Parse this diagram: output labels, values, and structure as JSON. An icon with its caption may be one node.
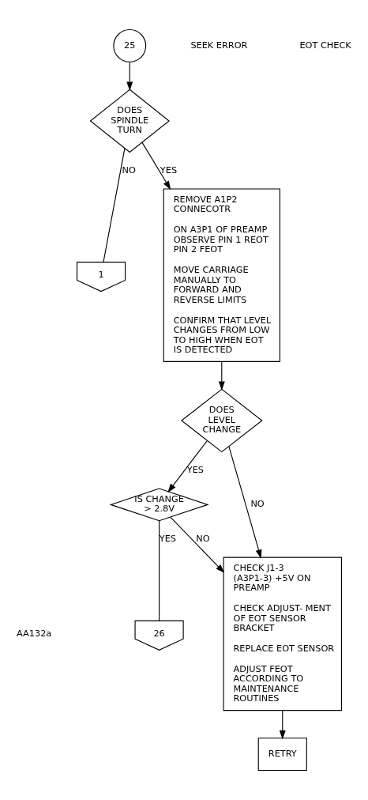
{
  "diagram": {
    "nodes": [
      {
        "text": [
          "25"
        ]
      },
      {
        "text": [
          "DOES SPINDLE TURN"
        ]
      },
      {
        "text": [
          "1"
        ]
      },
      {
        "text": [
          "REMOVE A1P2 CONNECOTR",
          "ON A3P1 OF PREAMP OBSERVE PIN 1 REOT PIN 2 FEOT",
          "MOVE CARRIAGE MANUALLY TO FORWARD AND REVERSE LIMITS",
          "CONFIRM THAT LEVEL CHANGES FROM LOW TO HIGH WHEN EOT IS DETECTED"
        ]
      },
      {
        "text": [
          "DOES LEVEL CHANGE"
        ]
      },
      {
        "text": [
          "IS CHANGE > 2.8V"
        ]
      },
      {
        "text": [
          "26"
        ]
      },
      {
        "text": [
          "CHECK J1-3 (A3P1-3) +5V ON PREAMP",
          "CHECK ADJUST- MENT OF EOT SENSOR BRACKET",
          "REPLACE EOT SENSOR",
          "ADJUST FEOT ACCORDING TO MAINTENANCE ROUTINES"
        ]
      },
      {
        "text": [
          "RETRY"
        ]
      }
    ],
    "edges": [
      {
        "from": 0,
        "to": 1,
        "arrow": "to"
      },
      {
        "from": 1,
        "to": 2,
        "arrow": "none",
        "label": "NO"
      },
      {
        "from": 1,
        "to": 3,
        "arrow": "to",
        "label": "YES"
      },
      {
        "from": 3,
        "to": 4,
        "arrow": "to"
      },
      {
        "from": 4,
        "to": 7,
        "arrow": "to",
        "label": "NO"
      },
      {
        "from": 4,
        "to": 5,
        "arrow": "to",
        "label": "YES"
      },
      {
        "from": 5,
        "to": 7,
        "arrow": "to",
        "label": "NO"
      },
      {
        "from": 5,
        "to": 6,
        "arrow": "none",
        "label": "YES"
      },
      {
        "from": 7,
        "to": 8,
        "arrow": "to"
      }
    ],
    "labels": [
      "SEEK ERROR",
      "EOT CHECK",
      "AA132a"
    ]
  }
}
